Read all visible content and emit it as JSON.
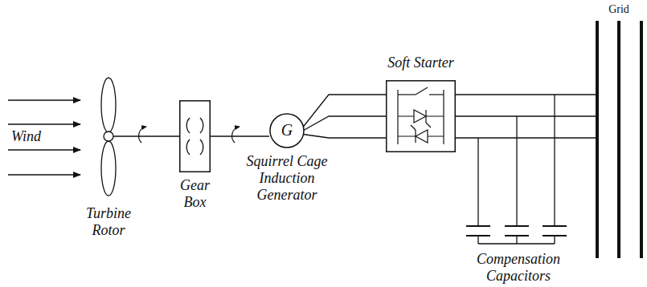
{
  "diagram": {
    "nodes": [
      {
        "text": [
          "Gear Box"
        ]
      },
      {
        "text": [
          "G",
          "Squirrel Cage Induction Generator"
        ]
      },
      {
        "text": [
          "Soft Starter"
        ]
      },
      {
        "text": [
          "Grid"
        ]
      }
    ],
    "edges": [
      {
        "from": 0,
        "to": 1,
        "arrow": "none"
      },
      {
        "from": 1,
        "to": 2,
        "arrow": "none"
      },
      {
        "from": 2,
        "to": 3,
        "arrow": "none"
      }
    ],
    "labels": [
      "Wind",
      "Turbine Rotor",
      "Compensation Capacitors"
    ]
  }
}
